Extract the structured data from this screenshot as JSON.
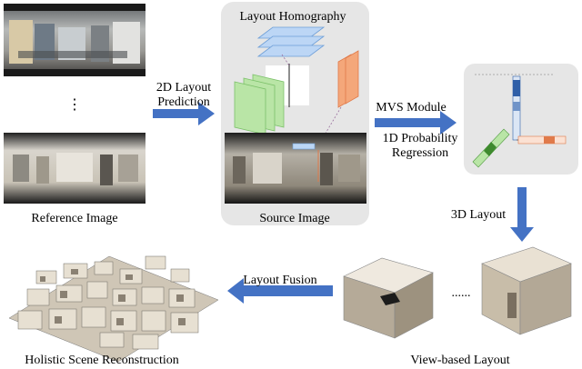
{
  "labels": {
    "reference_image": "Reference Image",
    "layout_prediction_line1": "2D Layout",
    "layout_prediction_line2": "Prediction",
    "layout_homography": "Layout Homography",
    "source_image": "Source Image",
    "mvs_module": "MVS Module",
    "probability_line1": "1D Probability",
    "probability_line2": "Regression",
    "layout_3d": "3D Layout",
    "layout_fusion": "Layout Fusion",
    "view_based_layout": "View-based Layout",
    "holistic_reconstruction": "Holistic Scene Reconstruction",
    "ellipsis_vertical": "⋮",
    "ellipsis_horizontal": "......"
  },
  "colors": {
    "arrow": "#4472c4",
    "panel": "#e6e6e6",
    "green_plane": "#b9e5a6",
    "blue_plane": "#bcd6f5",
    "orange_plane": "#f4a77a",
    "prob_blue": "#2f5fa8",
    "prob_orange": "#e07a4a"
  }
}
